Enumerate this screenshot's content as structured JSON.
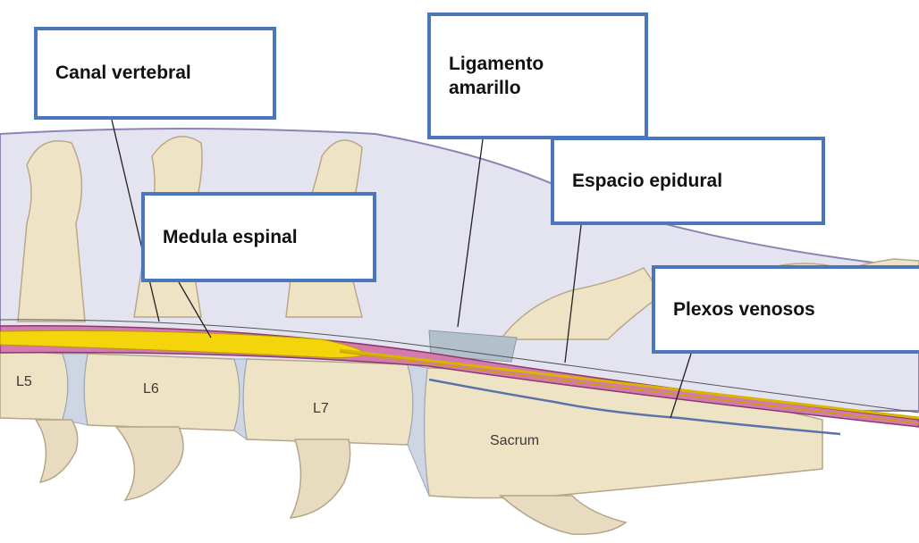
{
  "labels": {
    "canal": "Canal vertebral",
    "ligamento": "Ligamento\namarillo",
    "espacio": "Espacio epidural",
    "medula": "Medula espinal",
    "plexos": "Plexos venosos"
  },
  "vertebrae": {
    "l5": "L5",
    "l6": "L6",
    "l7": "L7",
    "sacrum": "Sacrum"
  },
  "colors": {
    "border": "#4a76be",
    "bone": "#efe3c6",
    "spinal_cord": "#f4d40a",
    "meninges": "#d47ab0",
    "ligament": "#b2c0cc",
    "soft_tissue": "#e2e2ef"
  }
}
